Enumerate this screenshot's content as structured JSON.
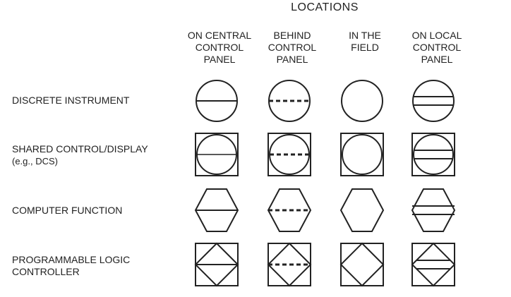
{
  "title": "LOCATIONS",
  "columns": [
    {
      "lines": [
        "ON CENTRAL",
        "CONTROL",
        "PANEL"
      ],
      "divider": "solid"
    },
    {
      "lines": [
        "BEHIND",
        "CONTROL",
        "PANEL"
      ],
      "divider": "dashed"
    },
    {
      "lines": [
        "IN THE",
        "FIELD"
      ],
      "divider": "none"
    },
    {
      "lines": [
        "ON LOCAL",
        "CONTROL",
        "PANEL"
      ],
      "divider": "double"
    }
  ],
  "rows": [
    {
      "lines": [
        "DISCRETE INSTRUMENT"
      ],
      "shape": "circle"
    },
    {
      "lines": [
        "SHARED CONTROL/DISPLAY",
        "(e.g., DCS)"
      ],
      "shape": "circle-in-square"
    },
    {
      "lines": [
        "COMPUTER FUNCTION"
      ],
      "shape": "hexagon"
    },
    {
      "lines": [
        "PROGRAMMABLE LOGIC",
        "CONTROLLER"
      ],
      "shape": "diamond-in-square"
    }
  ],
  "colors": {
    "stroke": "#222222"
  }
}
